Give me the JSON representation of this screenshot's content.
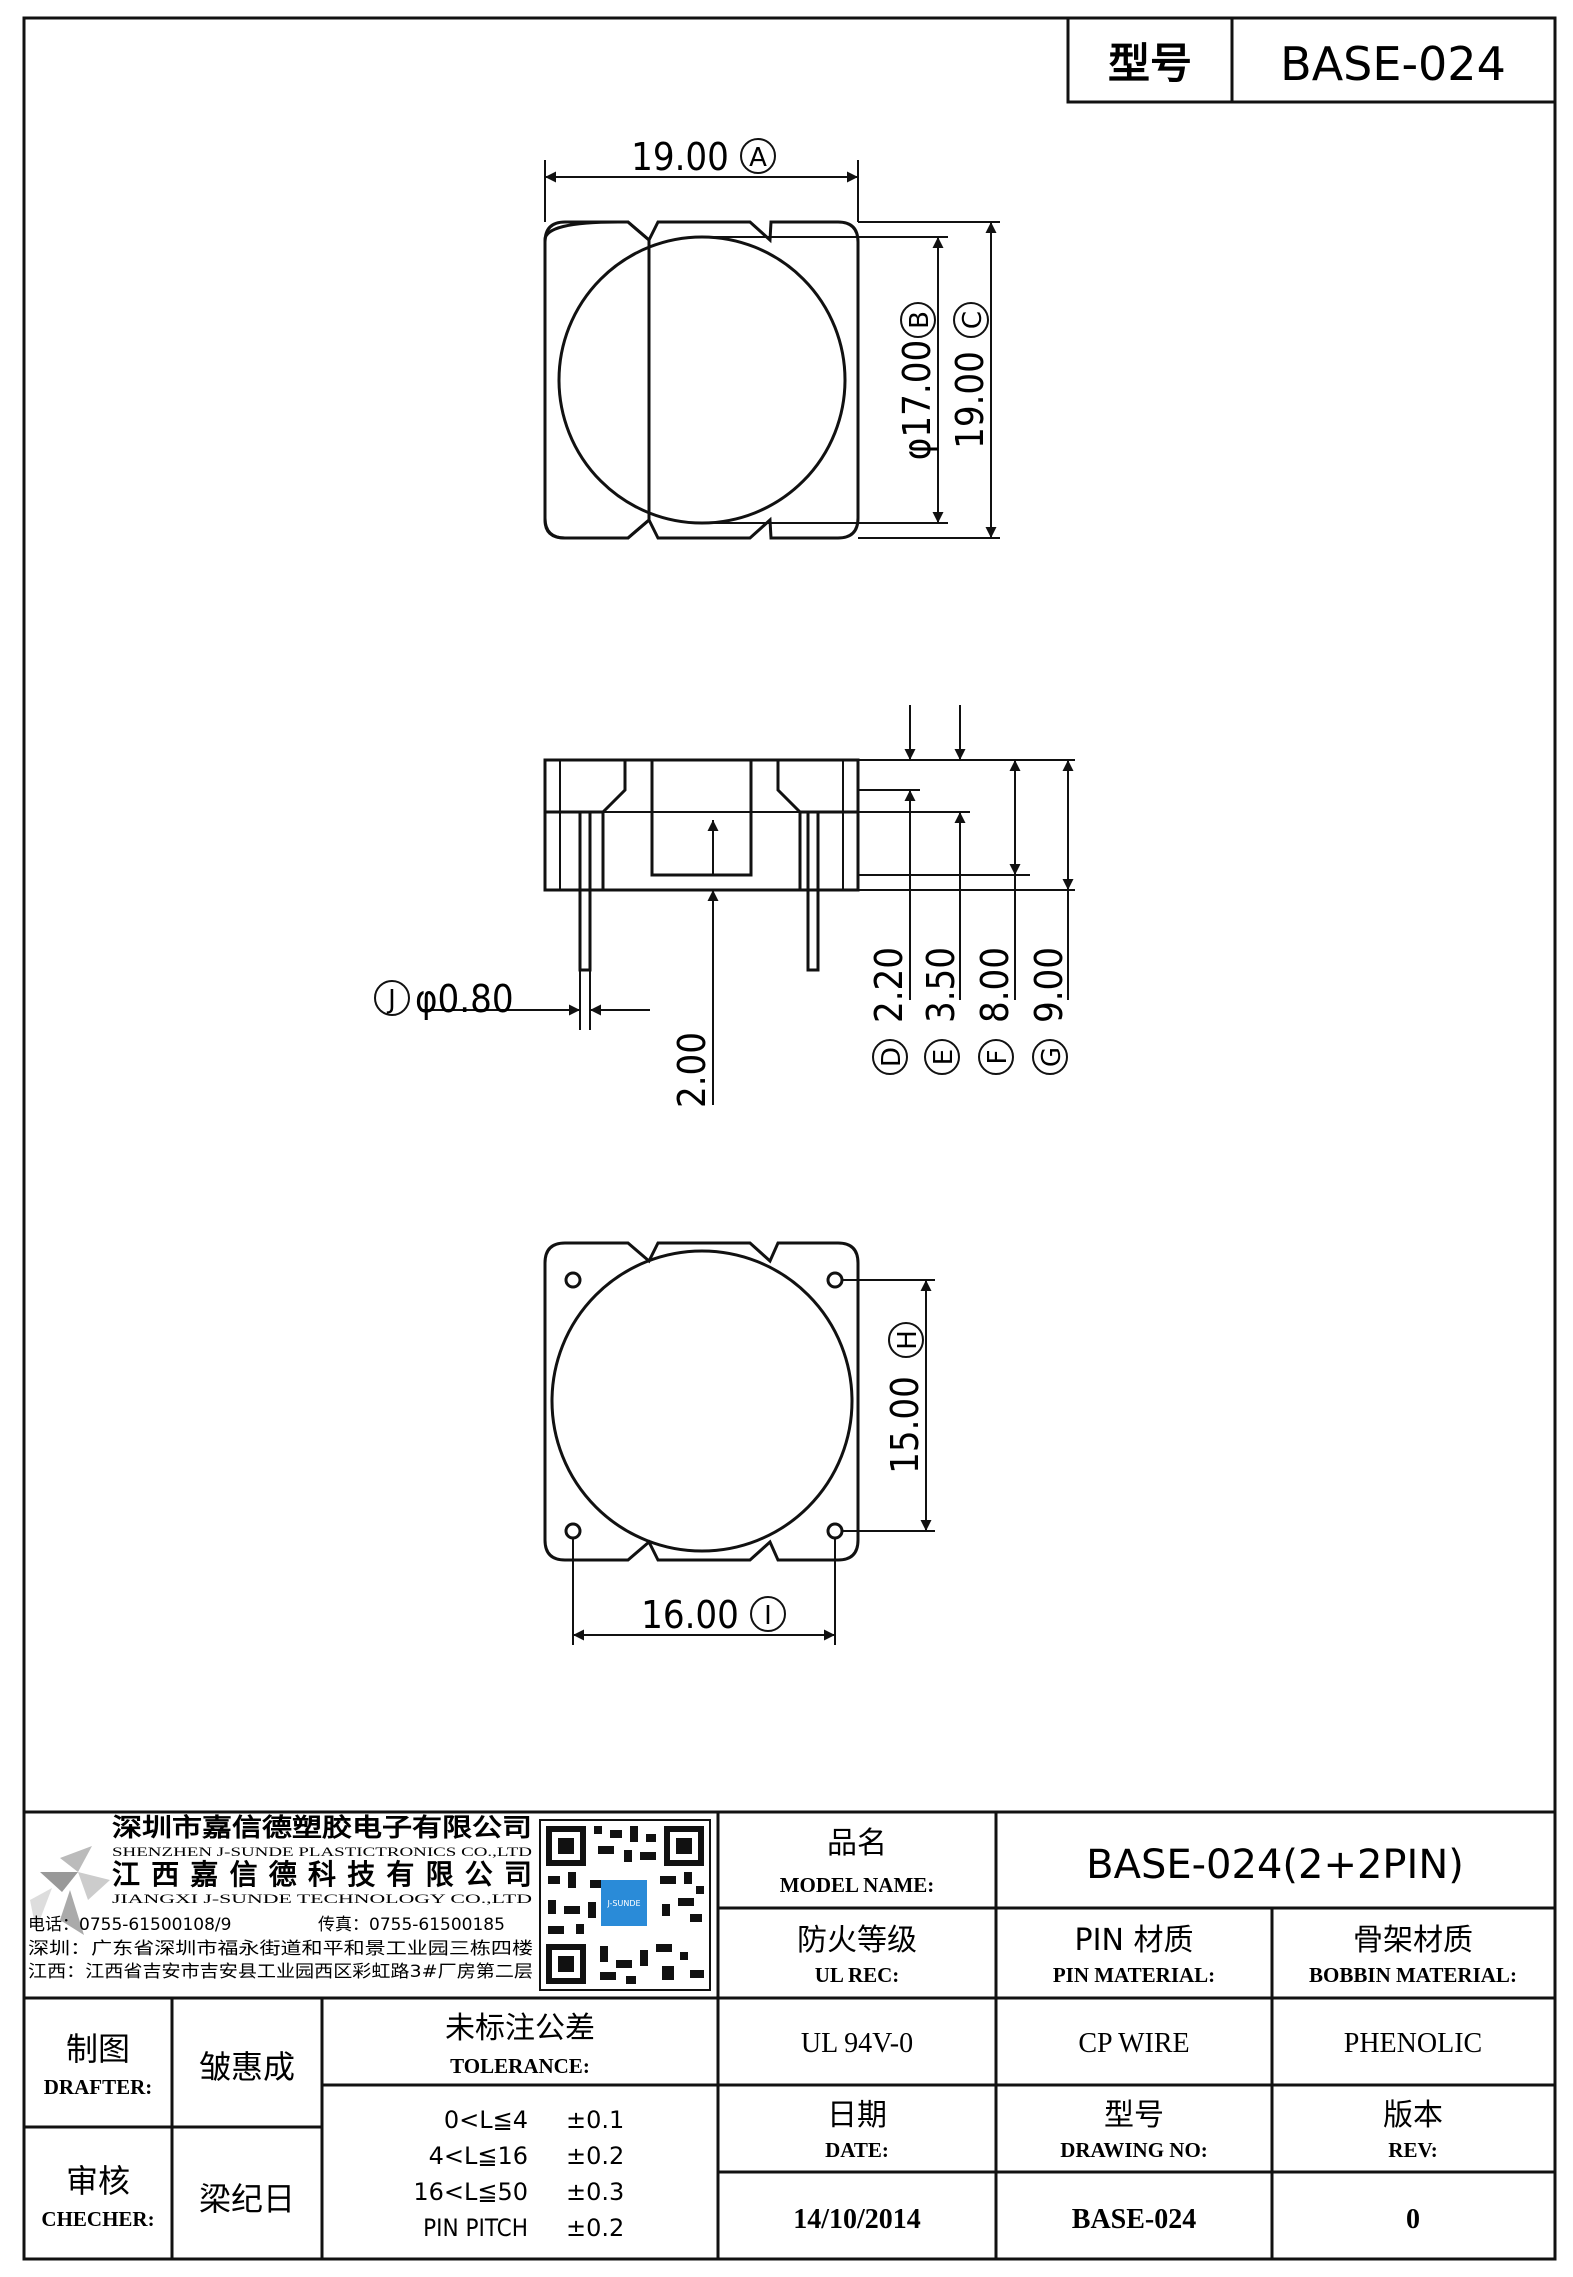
{
  "header": {
    "model_label": "型号",
    "model_value": "BASE-024"
  },
  "top_view": {
    "dim_a": {
      "value": "19.00",
      "tag": "A"
    },
    "dim_b": {
      "value": "φ17.00",
      "tag": "B"
    },
    "dim_c": {
      "value": "19.00",
      "tag": "C"
    }
  },
  "side_view": {
    "dim_j": {
      "tag": "J",
      "value": "φ0.80"
    },
    "dim_2": {
      "value": "2.00"
    },
    "dim_d": {
      "value": "2.20",
      "tag": "D"
    },
    "dim_e": {
      "value": "3.50",
      "tag": "E"
    },
    "dim_f": {
      "value": "8.00",
      "tag": "F"
    },
    "dim_g": {
      "value": "9.00",
      "tag": "G"
    }
  },
  "bottom_view": {
    "dim_h": {
      "value": "15.00",
      "tag": "H"
    },
    "dim_i": {
      "value": "16.00",
      "tag": "I"
    }
  },
  "company": {
    "name_cn_1": "深圳市嘉信德塑胶电子有限公司",
    "name_en_1": "SHENZHEN J-SUNDE PLASTICTRONICS CO.,LTD",
    "name_cn_2": "江西嘉信德科技有限公司",
    "name_en_2": "JIANGXI J-SUNDE TECHNOLOGY CO.,LTD",
    "phone": "电话：0755-61500108/9",
    "fax": "传真：0755-61500185",
    "addr_sz": "深圳：广东省深圳市福永街道和平和景工业园三栋四楼",
    "addr_jx": "江西：江西省吉安市吉安县工业园西区彩虹路3#厂房第二层"
  },
  "title_block": {
    "model_name": {
      "cn": "品名",
      "en": "MODEL NAME:",
      "value": "BASE-024(2+2PIN)"
    },
    "ul_rec": {
      "cn": "防火等级",
      "en": "UL REC:",
      "value": "UL 94V-0"
    },
    "pin_material": {
      "cn": "PIN 材质",
      "en": "PIN MATERIAL:",
      "value": "CP WIRE"
    },
    "bobbin_material": {
      "cn": "骨架材质",
      "en": "BOBBIN MATERIAL:",
      "value": "PHENOLIC"
    },
    "drafter": {
      "cn": "制图",
      "en": "DRAFTER:",
      "value": "皱惠成"
    },
    "checker": {
      "cn": "审核",
      "en": "CHECHER:",
      "value": "梁纪日"
    },
    "tolerance": {
      "cn": "未标注公差",
      "en": "TOLERANCE:",
      "rows": [
        {
          "range": "0<L≦4",
          "tol": "±0.1"
        },
        {
          "range": "4<L≦16",
          "tol": "±0.2"
        },
        {
          "range": "16<L≦50",
          "tol": "±0.3"
        },
        {
          "range": "PIN PITCH",
          "tol": "±0.2"
        }
      ]
    },
    "date": {
      "cn": "日期",
      "en": "DATE:",
      "value": "14/10/2014"
    },
    "drawing_no": {
      "cn": "型号",
      "en": "DRAWING NO:",
      "value": "BASE-024"
    },
    "rev": {
      "cn": "版本",
      "en": "REV:",
      "value": "0"
    }
  }
}
